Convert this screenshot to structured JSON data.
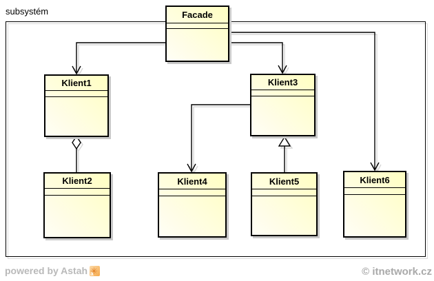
{
  "frame": {
    "label": "subsystém"
  },
  "diagram": {
    "type": "uml-class-diagram",
    "classes": [
      {
        "id": "facade",
        "name": "Facade"
      },
      {
        "id": "klient1",
        "name": "Klient1"
      },
      {
        "id": "klient2",
        "name": "Klient2"
      },
      {
        "id": "klient3",
        "name": "Klient3"
      },
      {
        "id": "klient4",
        "name": "Klient4"
      },
      {
        "id": "klient5",
        "name": "Klient5"
      },
      {
        "id": "klient6",
        "name": "Klient6"
      }
    ],
    "relationships": [
      {
        "from": "Facade",
        "to": "Klient1",
        "type": "directed-association"
      },
      {
        "from": "Facade",
        "to": "Klient3",
        "type": "directed-association"
      },
      {
        "from": "Facade",
        "to": "Klient6",
        "type": "directed-association"
      },
      {
        "from": "Klient3",
        "to": "Klient4",
        "type": "directed-association"
      },
      {
        "from": "Klient1",
        "to": "Klient2",
        "type": "aggregation"
      },
      {
        "from": "Klient5",
        "to": "Klient3",
        "type": "generalization"
      }
    ]
  },
  "footer": {
    "powered_by": "powered by Astah",
    "copyright": "© itnetwork.cz"
  },
  "icons": {
    "astah_logo_star": "✳",
    "astah_logo_letter": "a"
  },
  "colors": {
    "class_fill_top": "#ffffc2",
    "class_fill_bottom": "#fffef6",
    "border": "#000000",
    "shadow": "#c9c9c9",
    "frame_shadow": "#dcdcdc",
    "footer_text": "#b9b9b9",
    "copyright_text": "#a9a9a9",
    "logo_orange": "#f6a94a"
  }
}
